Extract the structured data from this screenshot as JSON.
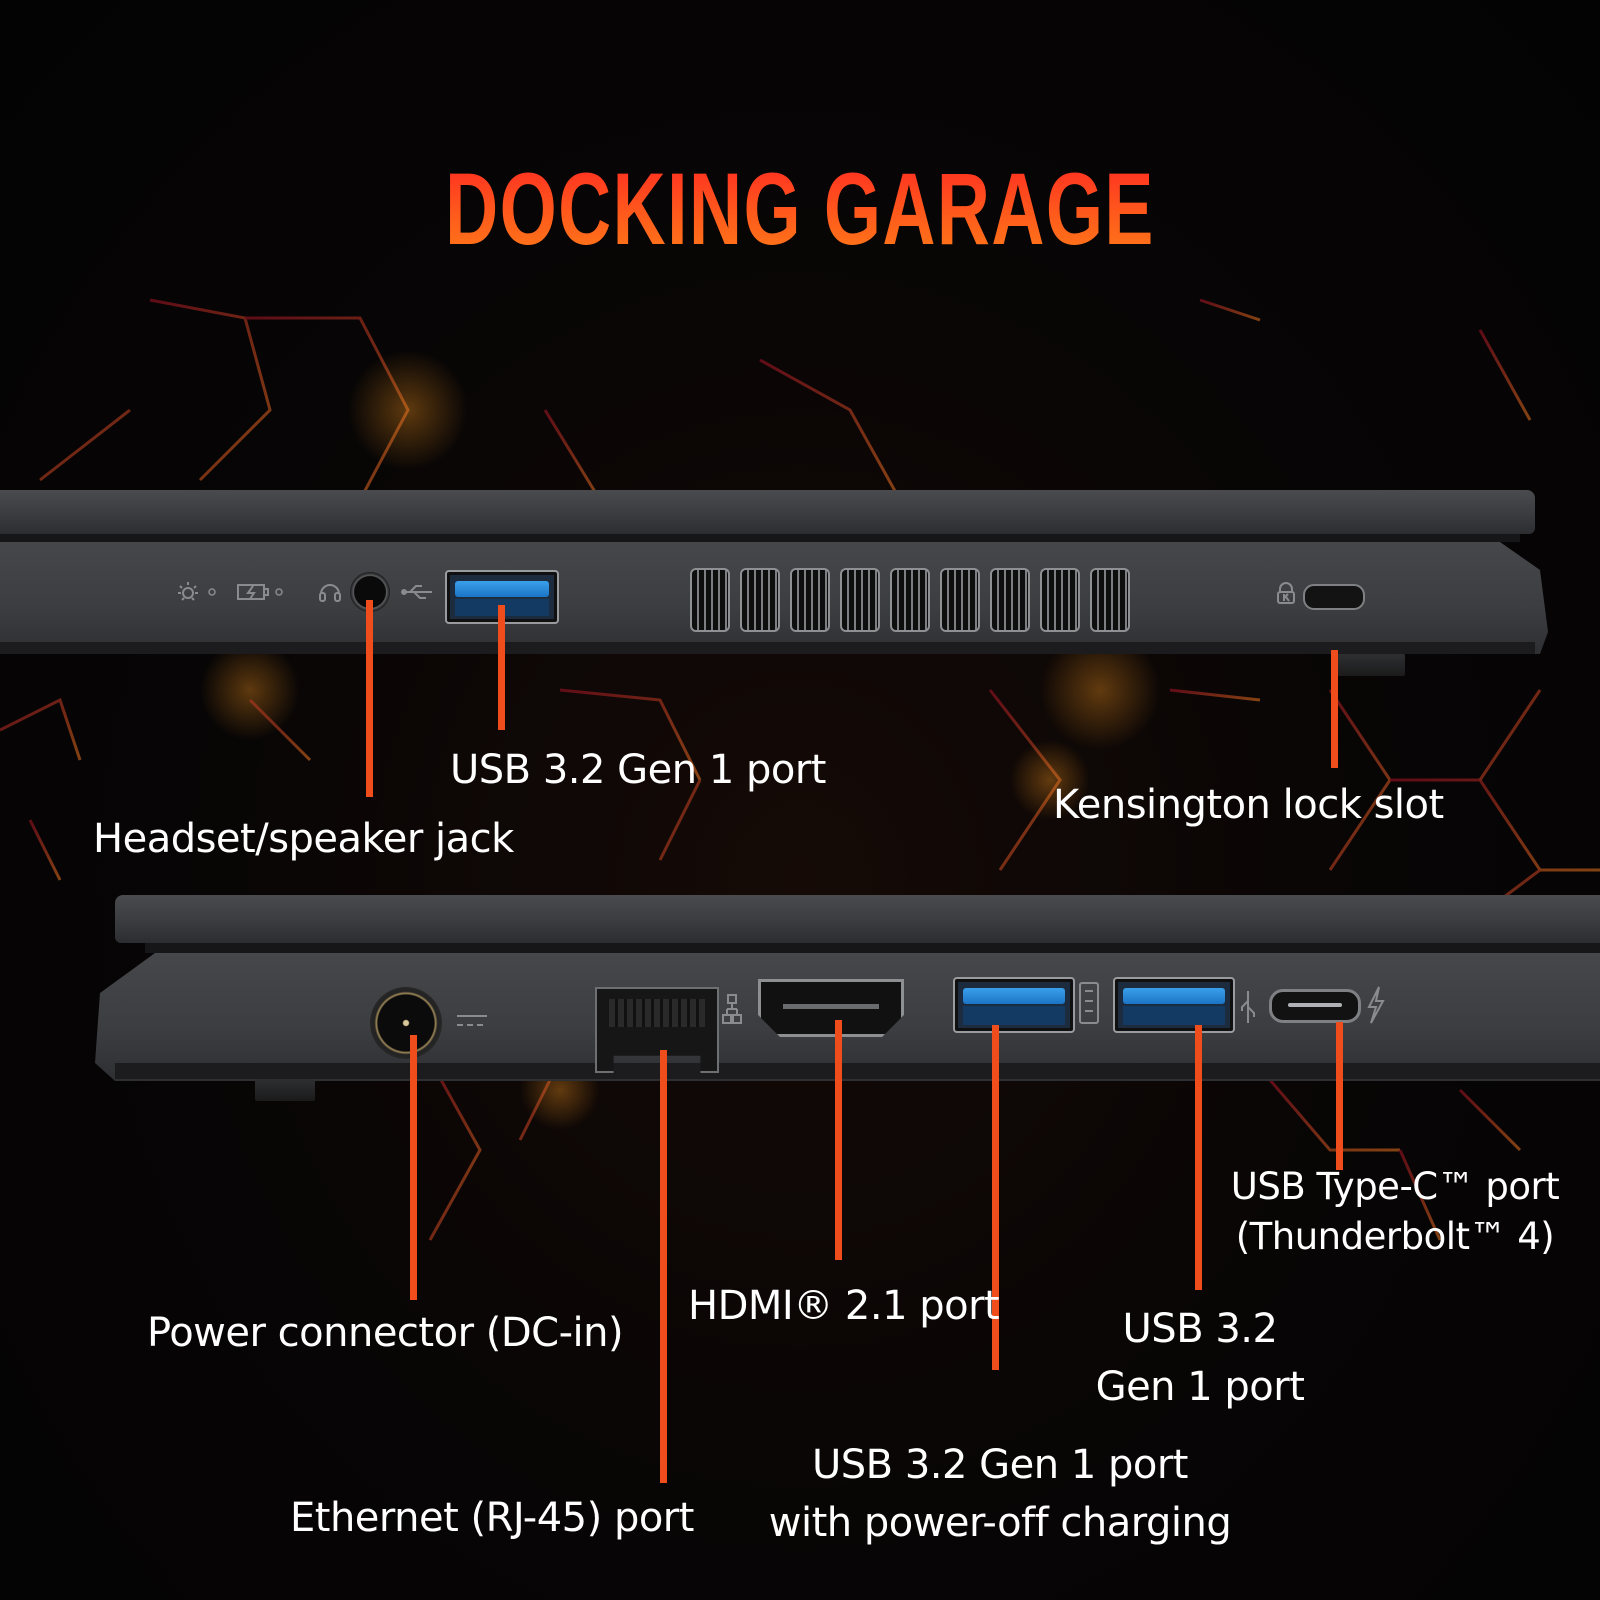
{
  "title": "DOCKING GARAGE",
  "colors": {
    "title_top": "#ff2a22",
    "title_bottom": "#ff7a18",
    "leader_line": "#f04d1d",
    "background": "#050404",
    "chassis": "#3c3d40",
    "usb_blue": "#2a8be0",
    "label_text": "#ffffff"
  },
  "top_view": {
    "side": "right",
    "indicators": [
      {
        "icon": "power-light-icon"
      },
      {
        "icon": "battery-charging-icon"
      },
      {
        "icon": "headset-icon"
      },
      {
        "icon": "usb-icon"
      }
    ],
    "vent_count": 9,
    "callouts": [
      {
        "id": "headset_jack",
        "label": "Headset/speaker jack"
      },
      {
        "id": "usb_a_1",
        "label": "USB 3.2 Gen 1 port"
      },
      {
        "id": "kensington",
        "label": "Kensington lock slot"
      }
    ]
  },
  "bottom_view": {
    "side": "left",
    "callouts": [
      {
        "id": "dc_in",
        "label": "Power connector (DC-in)"
      },
      {
        "id": "ethernet",
        "label": "Ethernet (RJ-45) port"
      },
      {
        "id": "hdmi",
        "label": "HDMI® 2.1 port"
      },
      {
        "id": "usb_a_poc",
        "label_line1": "USB 3.2 Gen 1 port",
        "label_line2": "with power-off charging"
      },
      {
        "id": "usb_a_2",
        "label_line1": "USB 3.2",
        "label_line2": "Gen 1 port"
      },
      {
        "id": "usb_c",
        "label_line1": "USB Type-C™ port",
        "label_line2": "(Thunderbolt™ 4)"
      }
    ]
  }
}
